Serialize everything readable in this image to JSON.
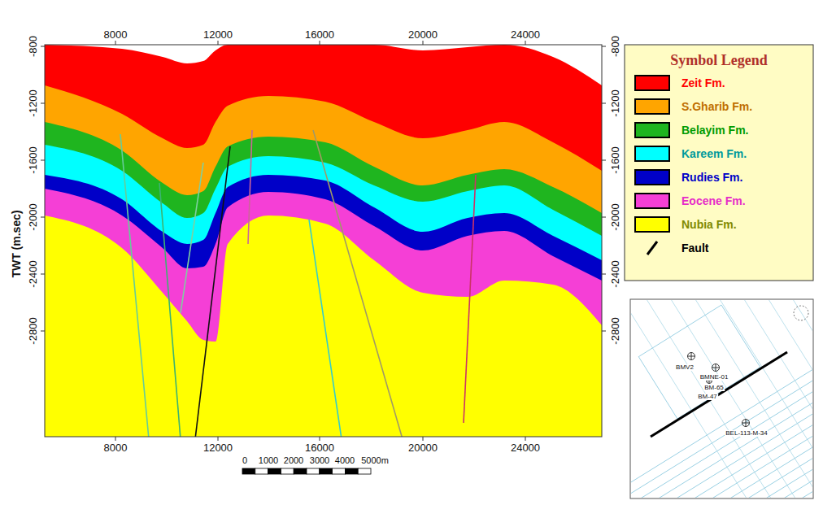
{
  "diagram": {
    "labels": [
      "8000",
      "12000",
      "16000",
      "20000",
      "24000",
      "-800",
      "-1200",
      "-1600",
      "-2000",
      "-2400",
      "-2800",
      "-800",
      "-1200",
      "-1600",
      "-2000",
      "-2400",
      "-2800",
      "8000",
      "12000",
      "16000",
      "20000",
      "24000",
      "TWT (m.sec)",
      "Symbol Legend",
      "0",
      "1000",
      "2000",
      "3000",
      "4000",
      "5000m",
      "BMV2",
      "BMNE-01",
      "BM-65",
      "BM-47",
      "BEL-113-M-34"
    ],
    "legend": [
      {
        "text": "Zeit Fm.",
        "color": "#ff0000"
      },
      {
        "text": "S.Gharib Fm.",
        "color": "#ffa500"
      },
      {
        "text": "Belayim Fm.",
        "color": "#1fb51f"
      },
      {
        "text": "Kareem Fm.",
        "color": "#00ffff"
      },
      {
        "text": "Rudies Fm.",
        "color": "#0000c8"
      },
      {
        "text": "Eocene Fm.",
        "color": "#f53fd6"
      },
      {
        "text": "Nubia Fm.",
        "color": "#ffff00"
      },
      {
        "text": "Fault"
      }
    ]
  }
}
